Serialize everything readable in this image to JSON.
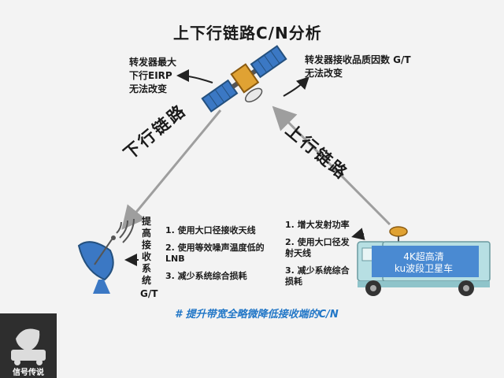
{
  "title": "上下行链路C/N分析",
  "satellite_left_note": [
    "转发器最大",
    "下行EIRP",
    "无法改变"
  ],
  "satellite_right_note": [
    "转发器接收品质因数 G/T",
    "无法改变"
  ],
  "downlink_label": "下行链路",
  "uplink_label": "上行链路",
  "receive_vertical": [
    "提",
    "高",
    "接",
    "收",
    "系",
    "统"
  ],
  "receive_vertical_suffix": "G/T",
  "left_list": [
    "1. 使用大口径接收天线",
    "2. 使用等效噪声温度低的LNB",
    "3. 减少系统综合损耗"
  ],
  "right_list": [
    "1. 增大发射功率",
    "2. 使用大口径发射天线",
    "3. 减少系统综合损耗"
  ],
  "footer": "# 提升带宽全略微降低接收端的C/N",
  "truck_text": [
    "4K超高清",
    "ku波段卫星车"
  ],
  "logo_text": "信号传说",
  "colors": {
    "truck_body": "#b7dfe3",
    "truck_panel": "#4a8ad2",
    "dish": "#3b78c4",
    "arrow": "#9e9e9e",
    "footer": "#2277c7"
  },
  "icons": [
    "satellite-icon",
    "receive-dish-icon",
    "truck-icon",
    "camera-dish-logo-icon"
  ]
}
